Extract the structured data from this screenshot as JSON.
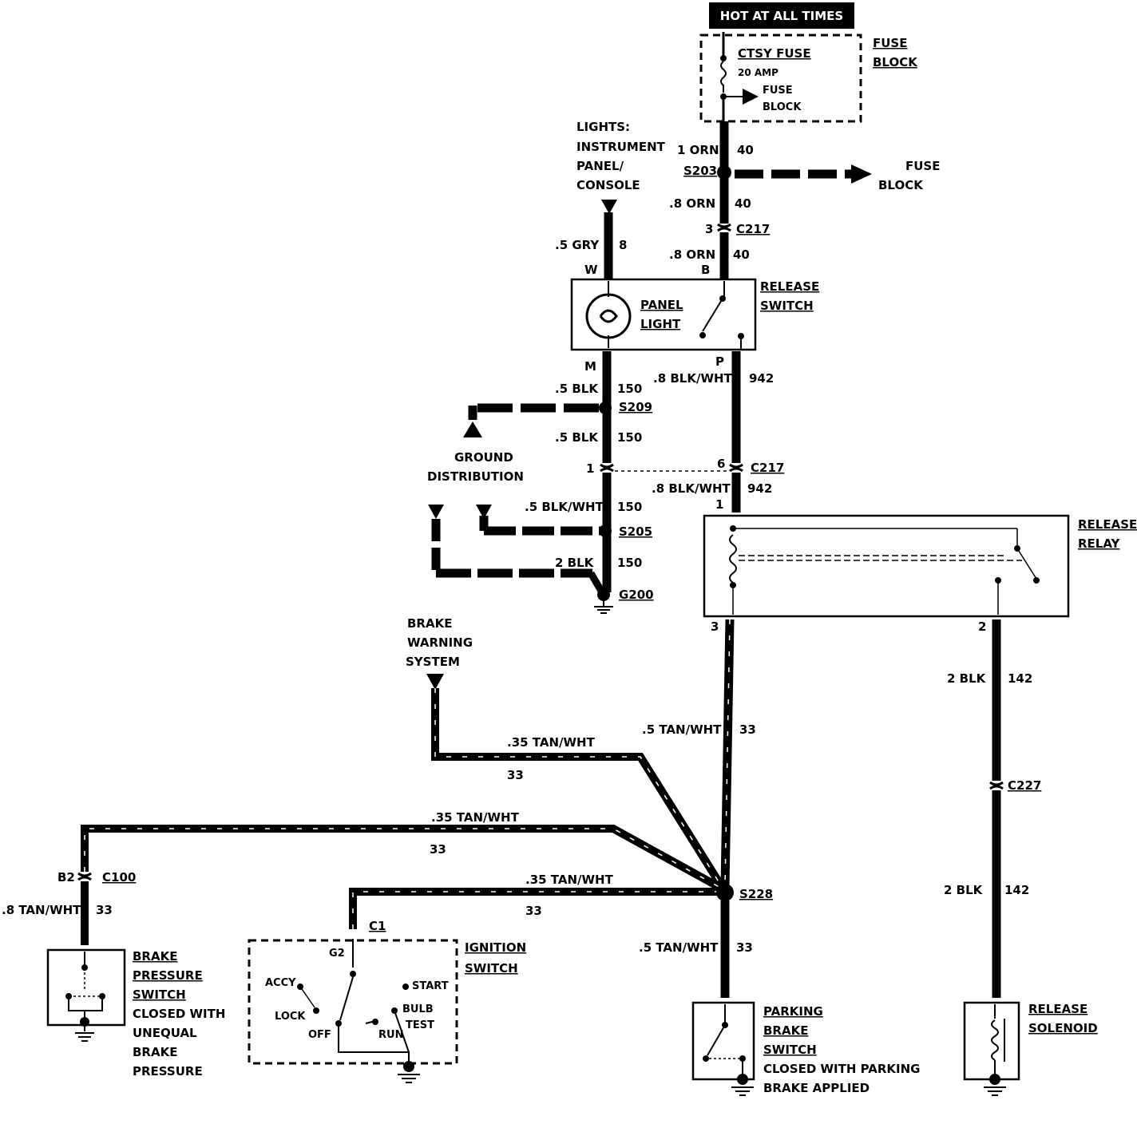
{
  "header": {
    "label": "HOT AT ALL TIMES"
  },
  "fuse_block": {
    "title_1": "FUSE",
    "title_2": "BLOCK",
    "fuse_name": "CTSY FUSE",
    "fuse_rating": "20 AMP",
    "branch_1": "FUSE",
    "branch_2": "BLOCK"
  },
  "wires": {
    "w_top_gauge": "1 ORN",
    "w_top_circuit": "40",
    "w_s203_gauge": ".8 ORN",
    "w_s203_circuit": "40",
    "w_c217_gauge": ".8 ORN",
    "w_c217_circuit": "40",
    "w_gry_gauge": ".5 GRY",
    "w_gry_circuit": "8",
    "w_m_gauge": ".5 BLK",
    "w_m_circuit": "150",
    "w_s209_gauge": ".5 BLK",
    "w_s209_circuit": "150",
    "w_s205_gauge": ".5 BLK/WHT",
    "w_s205_circuit": "150",
    "w_g200_gauge": "2 BLK",
    "w_g200_circuit": "150",
    "w_p_gauge": ".8 BLK/WHT",
    "w_p_circuit": "942",
    "w_c217b_gauge": ".8 BLK/WHT",
    "w_c217b_circuit": "942",
    "w_relay3_gauge": ".5 TAN/WHT",
    "w_relay3_circuit": "33",
    "w_brake_gauge": ".35 TAN/WHT",
    "w_brake_circuit": "33",
    "w_press_gauge": ".35 TAN/WHT",
    "w_press_circuit": "33",
    "w_ign_gauge": ".35 TAN/WHT",
    "w_ign_circuit": "33",
    "w_c100_gauge": ".8 TAN/WHT",
    "w_c100_circuit": "33",
    "w_park_gauge": ".5 TAN/WHT",
    "w_park_circuit": "33",
    "w_relay2_gauge": "2 BLK",
    "w_relay2_circuit": "142",
    "w_sol_gauge": "2 BLK",
    "w_sol_circuit": "142"
  },
  "splices": {
    "s203": "S203",
    "s209": "S209",
    "s205": "S205",
    "s228": "S228"
  },
  "connectors": {
    "c217a": "C217",
    "c217a_pin": "3",
    "c217b": "C217",
    "c217b_pin_left": "1",
    "c217b_pin_right": "6",
    "c217b_pin_below": "1",
    "c227": "C227",
    "c100": "C100",
    "c100_pin": "B2",
    "c1": "C1",
    "c1_pin": "G2"
  },
  "grounds": {
    "g200": "G200"
  },
  "lights": {
    "l1": "LIGHTS:",
    "l2": "INSTRUMENT",
    "l3": "PANEL/",
    "l4": "CONSOLE"
  },
  "panel": {
    "pin_w": "W",
    "pin_b": "B",
    "pin_m": "M",
    "pin_p": "P",
    "light_1": "PANEL",
    "light_2": "LIGHT",
    "switch_1": "RELEASE",
    "switch_2": "SWITCH"
  },
  "ground_dist": {
    "l1": "GROUND",
    "l2": "DISTRIBUTION"
  },
  "relay": {
    "title_1": "RELEASE",
    "title_2": "RELAY",
    "pin_3": "3",
    "pin_2": "2"
  },
  "brake_warning": {
    "l1": "BRAKE",
    "l2": "WARNING",
    "l3": "SYSTEM"
  },
  "pressure_switch": {
    "l1": "BRAKE",
    "l2": "PRESSURE",
    "l3": "SWITCH",
    "l4": "CLOSED WITH",
    "l5": "UNEQUAL",
    "l6": "BRAKE",
    "l7": "PRESSURE"
  },
  "ignition": {
    "title_1": "IGNITION",
    "title_2": "SWITCH",
    "accy": "ACCY",
    "lock": "LOCK",
    "off": "OFF",
    "run": "RUN",
    "start": "START",
    "bulb_1": "BULB",
    "bulb_2": "TEST"
  },
  "parking": {
    "l1": "PARKING",
    "l2": "BRAKE",
    "l3": "SWITCH",
    "l4": "CLOSED WITH PARKING",
    "l5": "BRAKE APPLIED"
  },
  "solenoid": {
    "l1": "RELEASE",
    "l2": "SOLENOID"
  }
}
